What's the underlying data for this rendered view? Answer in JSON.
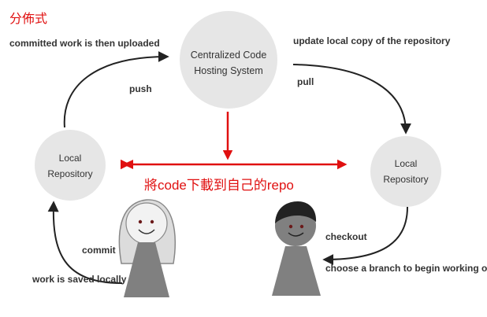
{
  "title": "分佈式",
  "center_node": {
    "line1": "Centralized Code",
    "line2": "Hosting System"
  },
  "left_repo": {
    "line1": "Local",
    "line2": "Repository"
  },
  "right_repo": {
    "line1": "Local",
    "line2": "Repository"
  },
  "labels": {
    "uploaded": "committed work is then uploaded",
    "push": "push",
    "update": "update local copy of the repository",
    "pull": "pull",
    "commit": "commit",
    "saved": "work is saved locally",
    "checkout": "checkout",
    "choose": "choose a branch to begin working on",
    "download": "將code下載到自己的repo"
  },
  "colors": {
    "accent": "#e01010",
    "node_fill": "#e6e6e6",
    "figure_fill": "#808080"
  },
  "icons": [
    "arrow-push-icon",
    "arrow-pull-icon",
    "arrow-commit-icon",
    "arrow-checkout-icon",
    "red-down-arrow-icon",
    "red-double-arrow-icon",
    "female-figure-icon",
    "male-figure-icon"
  ]
}
